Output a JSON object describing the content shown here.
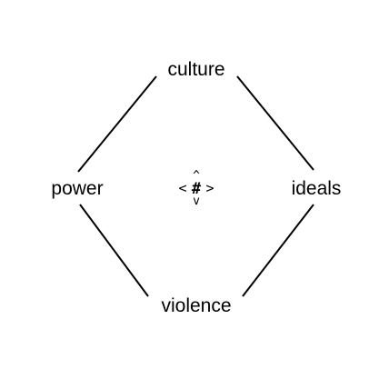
{
  "diagram": {
    "nodes": {
      "top": "culture",
      "left": "power",
      "right": "ideals",
      "bottom": "violence"
    },
    "center_symbol": {
      "hash": "#",
      "left_arrow": "<",
      "right_arrow": ">",
      "up_arrow": "^",
      "down_arrow": "v"
    },
    "edges": [
      {
        "from": "power",
        "to": "culture"
      },
      {
        "from": "culture",
        "to": "ideals"
      },
      {
        "from": "ideals",
        "to": "violence"
      },
      {
        "from": "violence",
        "to": "power"
      }
    ],
    "colors": {
      "background": "#ffffff",
      "ink": "#000000"
    }
  }
}
